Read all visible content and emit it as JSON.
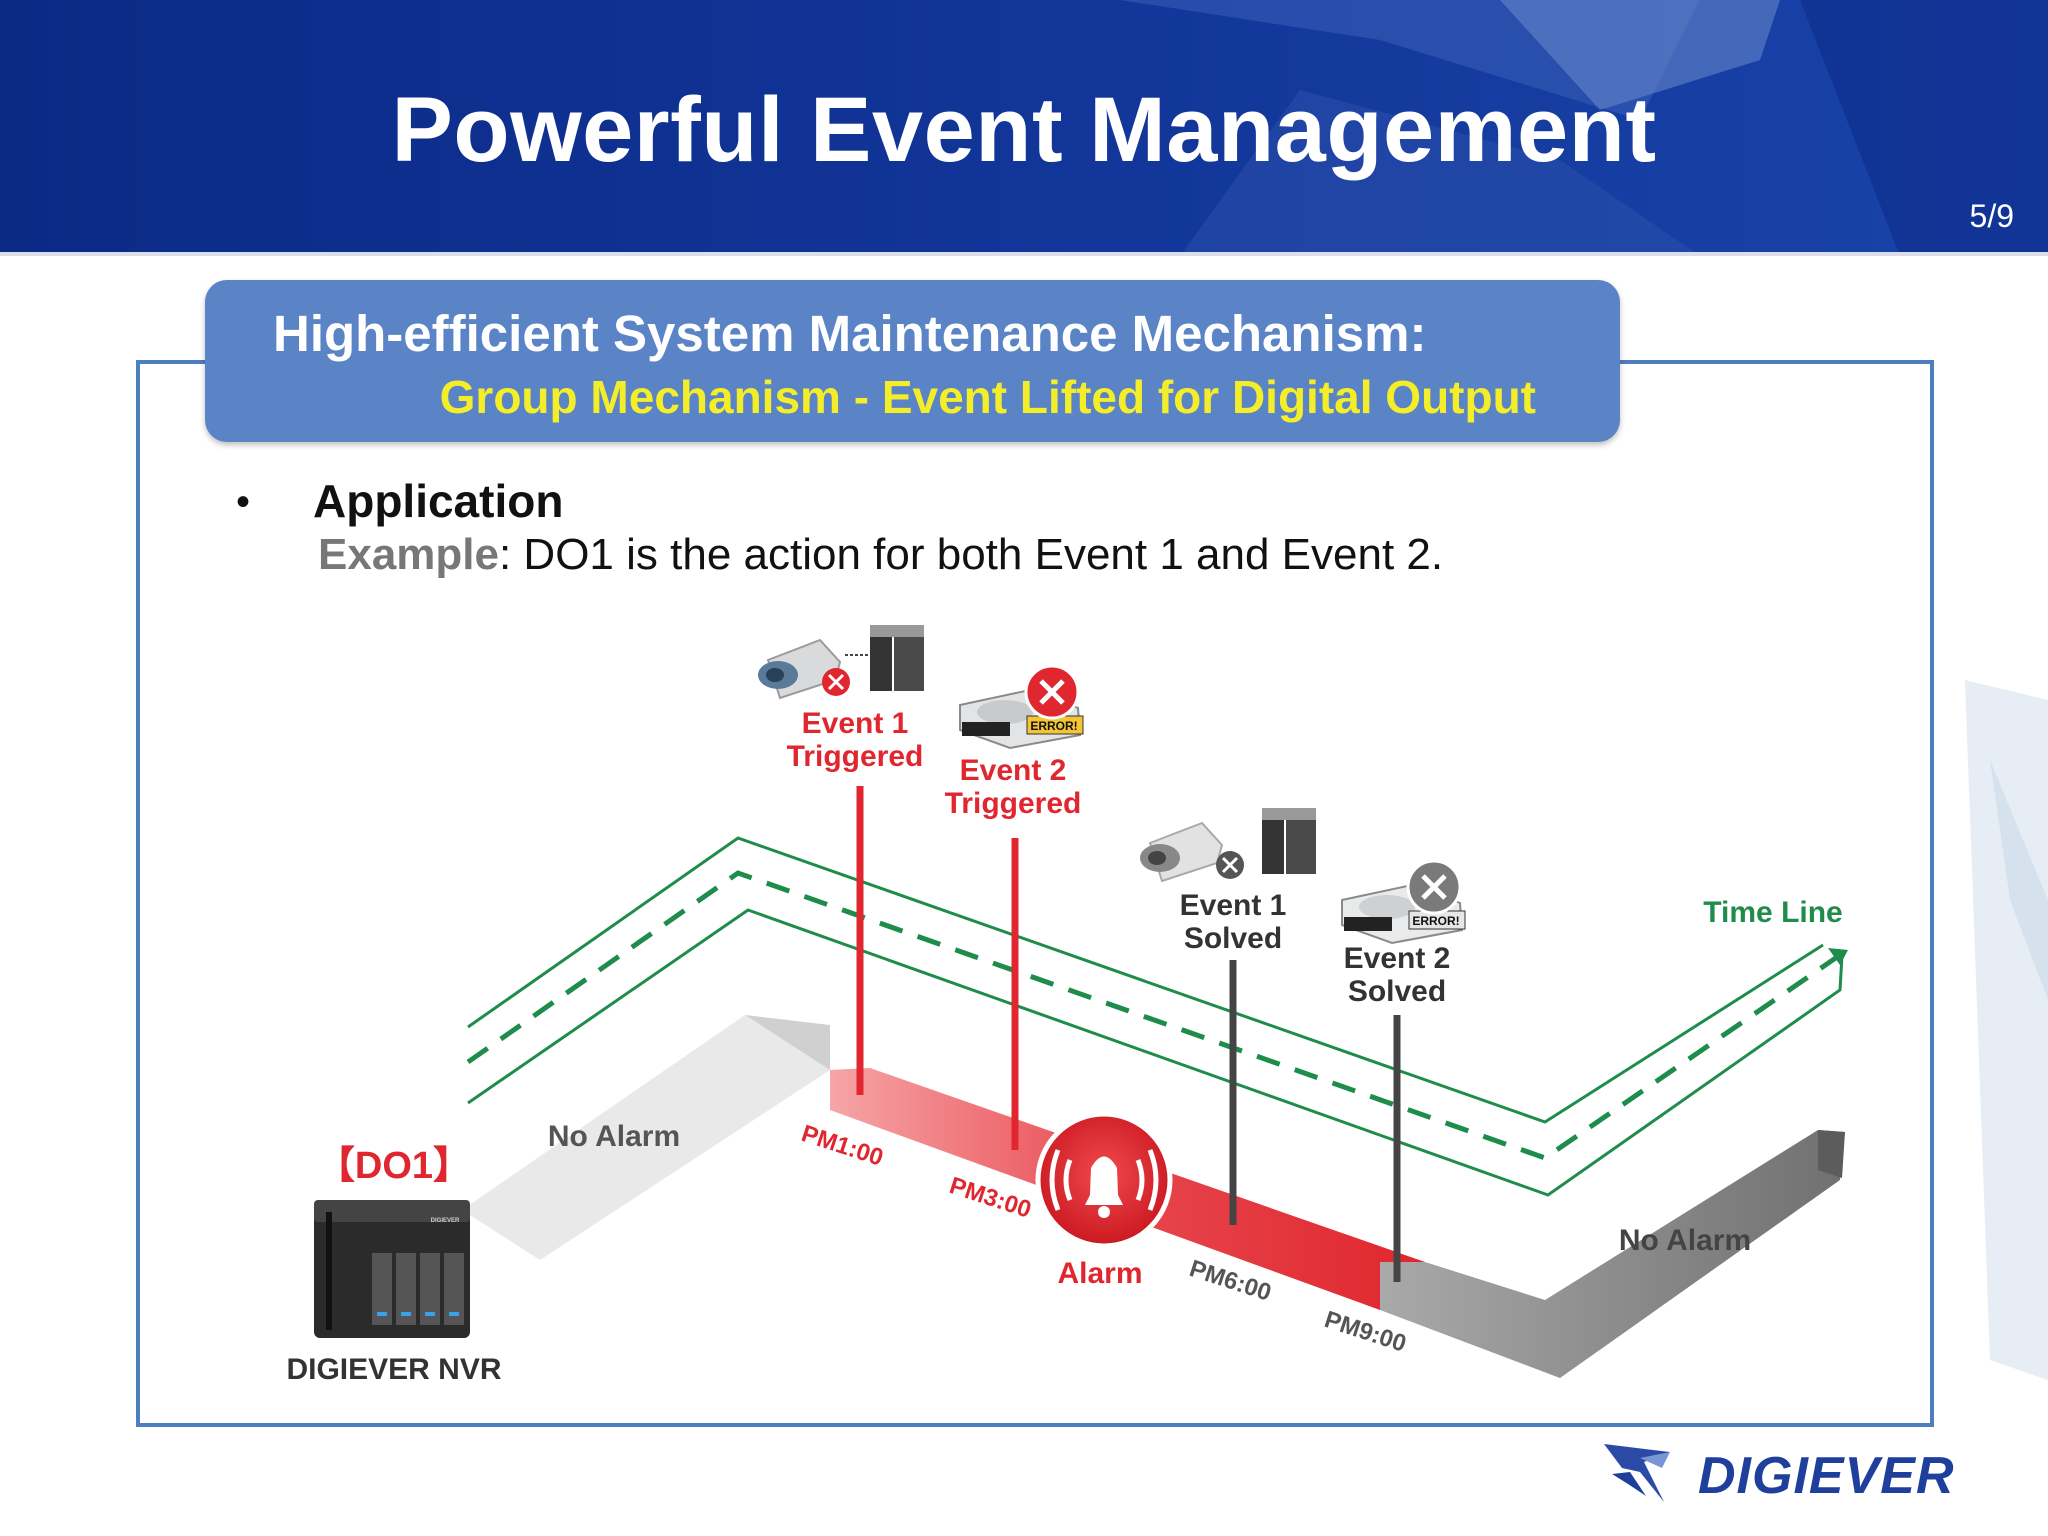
{
  "slide": {
    "title": "Powerful Event Management",
    "page": "5/9"
  },
  "section": {
    "heading": "High-efficient System Maintenance Mechanism:",
    "subheading": "Group Mechanism - Event Lifted for Digital Output"
  },
  "content": {
    "bullet": "•",
    "label": "Application",
    "example_label": "Example",
    "example_text": ": DO1 is the action for both Event 1 and Event 2."
  },
  "diagram": {
    "device_tag": "【DO1】",
    "device_name": "DIGIEVER NVR",
    "device_brand": "DIGIEVER",
    "no_alarm_left": "No Alarm",
    "no_alarm_right": "No Alarm",
    "alarm": "Alarm",
    "time_line": "Time Line",
    "event1_triggered": [
      "Event 1",
      "Triggered"
    ],
    "event2_triggered": [
      "Event 2",
      "Triggered"
    ],
    "event1_solved": [
      "Event 1",
      "Solved"
    ],
    "event2_solved": [
      "Event 2",
      "Solved"
    ],
    "error_tag": "ERROR!",
    "times": [
      "PM1:00",
      "PM3:00",
      "PM6:00",
      "PM9:00"
    ],
    "colors": {
      "alarm_red": "#e0262e",
      "timeline_green": "#1e8c4a",
      "solved_gray": "#444444"
    }
  },
  "logo": {
    "text": "DIGIEVER"
  },
  "colors": {
    "header_blue": "#0e2f8f",
    "tab_blue": "#5a84c5",
    "subheading_yellow": "#f4ee2a",
    "frame_blue": "#4d7ebd"
  }
}
